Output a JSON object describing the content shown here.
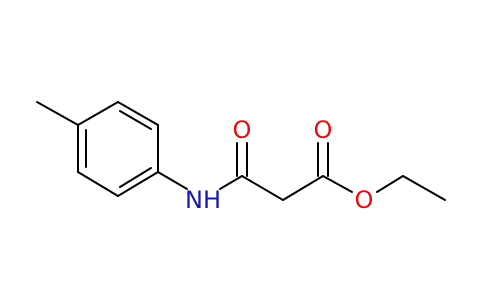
{
  "colors": {
    "bond": "#000000",
    "nitrogen": "#1a1aa8",
    "oxygen": "#e01010"
  },
  "atoms": {
    "amide_n": "NH",
    "amide_o": "O",
    "ester_carbonyl_o": "O",
    "ester_o": "O"
  }
}
